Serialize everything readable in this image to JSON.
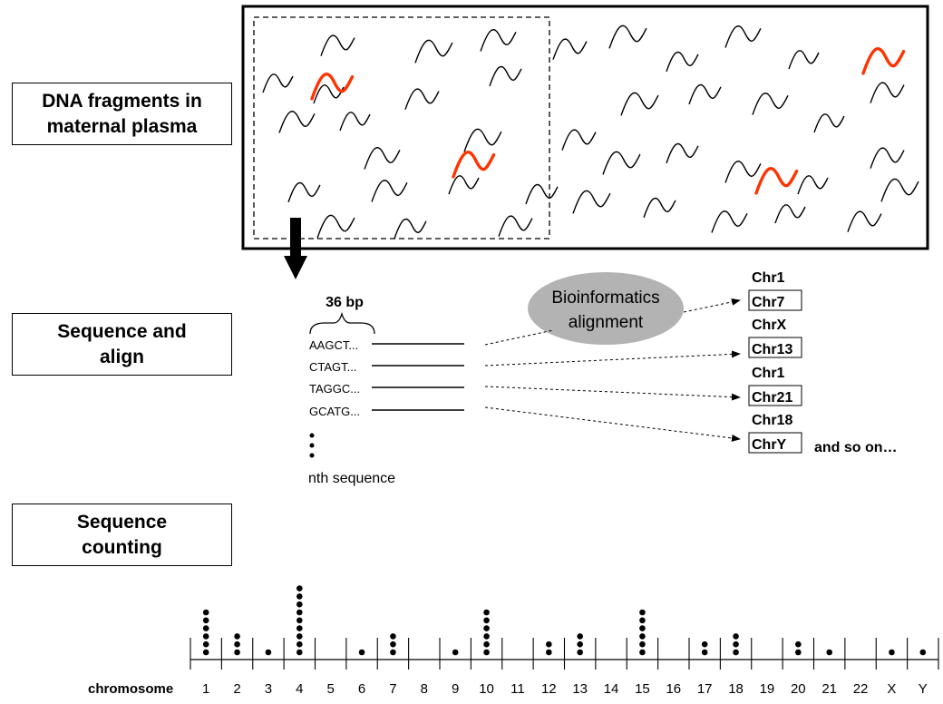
{
  "steps": [
    {
      "label": "DNA fragments in\nmaternal plasma"
    },
    {
      "label": "Sequence and\nalign"
    },
    {
      "label": "Sequence\ncounting"
    }
  ],
  "read_length_label": "36 bp",
  "reads": [
    "AAGCT...",
    "CTAGT...",
    "TAGGC...",
    "GCATG..."
  ],
  "nth_label": "nth sequence",
  "alignment_label": "Bioinformatics\nalignment",
  "chromosome_hits": [
    {
      "top": "Chr1",
      "boxed": "Chr7"
    },
    {
      "top": "ChrX",
      "boxed": "Chr13"
    },
    {
      "top": "Chr1",
      "boxed": "Chr21"
    },
    {
      "top": "Chr18",
      "boxed": "ChrY"
    }
  ],
  "and_so_on": "and so on…",
  "axis_label": "chromosome",
  "chromosomes": [
    "1",
    "2",
    "3",
    "4",
    "5",
    "6",
    "7",
    "8",
    "9",
    "10",
    "11",
    "12",
    "13",
    "14",
    "15",
    "16",
    "17",
    "18",
    "19",
    "20",
    "21",
    "22",
    "X",
    "Y"
  ],
  "counts": [
    6,
    3,
    1,
    9,
    0,
    1,
    3,
    0,
    1,
    6,
    0,
    2,
    3,
    0,
    6,
    0,
    2,
    3,
    0,
    2,
    1,
    0,
    1,
    1
  ],
  "colors": {
    "highlight_fragment": "#ff3300",
    "ellipse": "#b3b3b3"
  }
}
